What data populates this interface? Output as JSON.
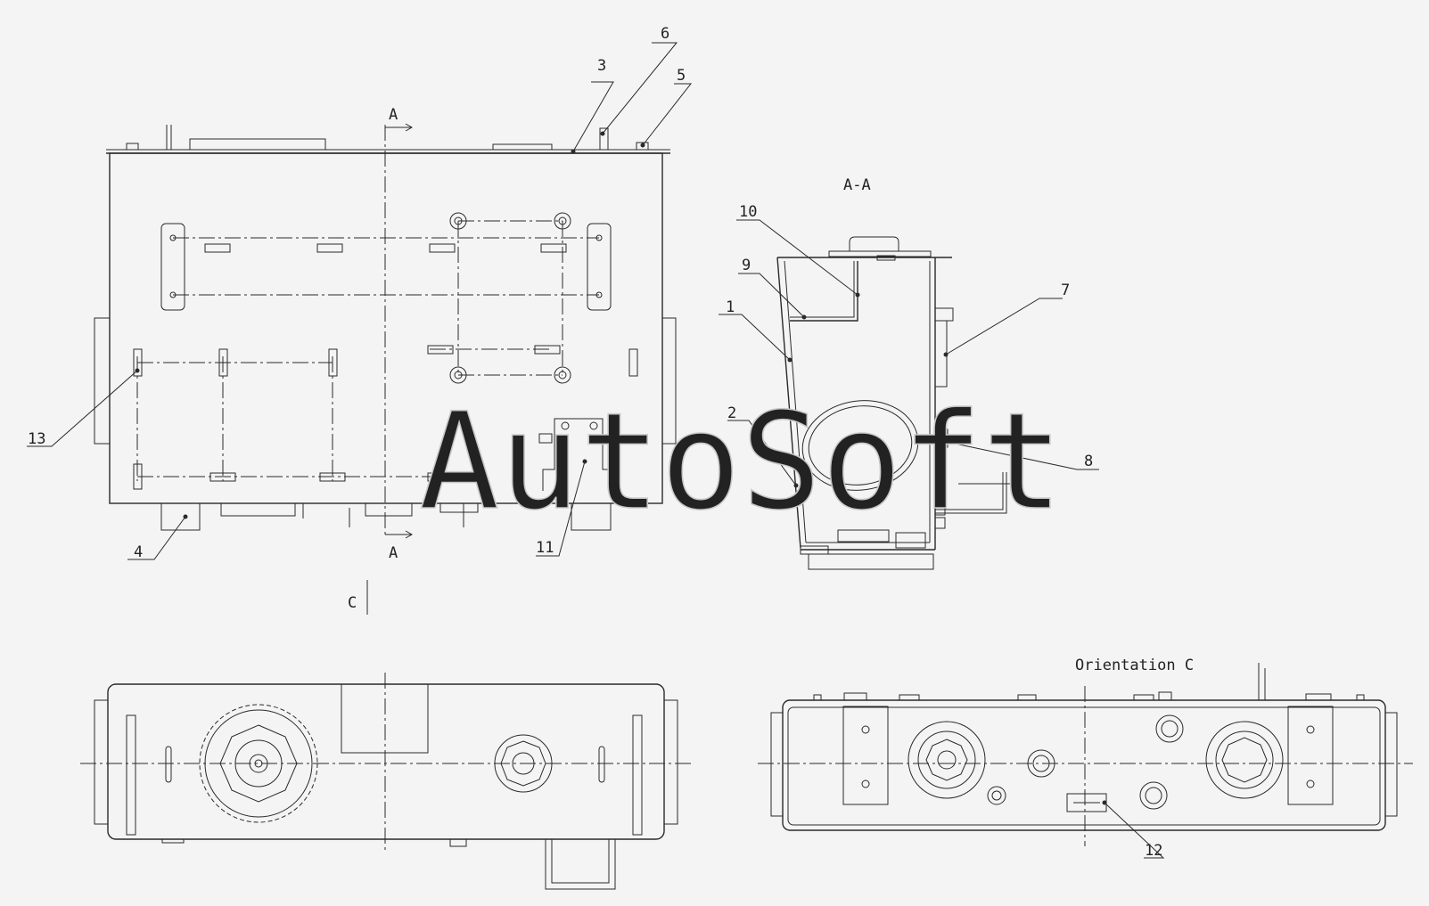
{
  "section_marks": {
    "cut": "A",
    "view": "C"
  },
  "views": {
    "section_title": "A-A",
    "orientation_title": "Orientation C"
  },
  "callouts": [
    "1",
    "2",
    "3",
    "4",
    "5",
    "6",
    "7",
    "8",
    "9",
    "10",
    "11",
    "12",
    "13"
  ],
  "watermark": "AutoSoft"
}
